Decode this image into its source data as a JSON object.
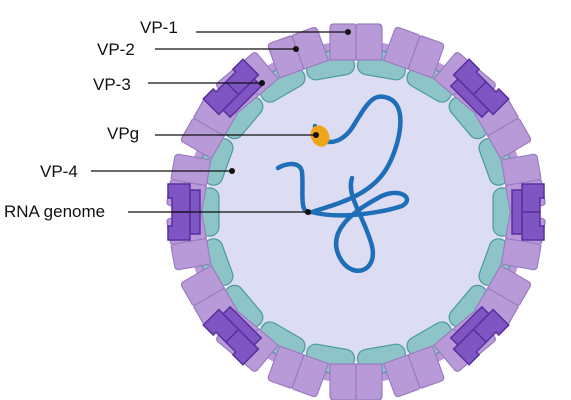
{
  "labels": {
    "vp1": "VP-1",
    "vp2": "VP-2",
    "vp3": "VP-3",
    "vpg": "VPg",
    "vp4": "VP-4",
    "rna": "RNA genome"
  },
  "colors": {
    "interior": "#dcdcf2",
    "vp1_fill": "#b89ad8",
    "vp1_stroke": "#9a7cc0",
    "vp2_fill": "#7f55c4",
    "vp2_stroke": "#5b2e9e",
    "vp3_fill": "#8cc4c8",
    "vp3_stroke": "#4d9aa0",
    "rna": "#1f6fb8",
    "vpg": "#f0a41a"
  }
}
